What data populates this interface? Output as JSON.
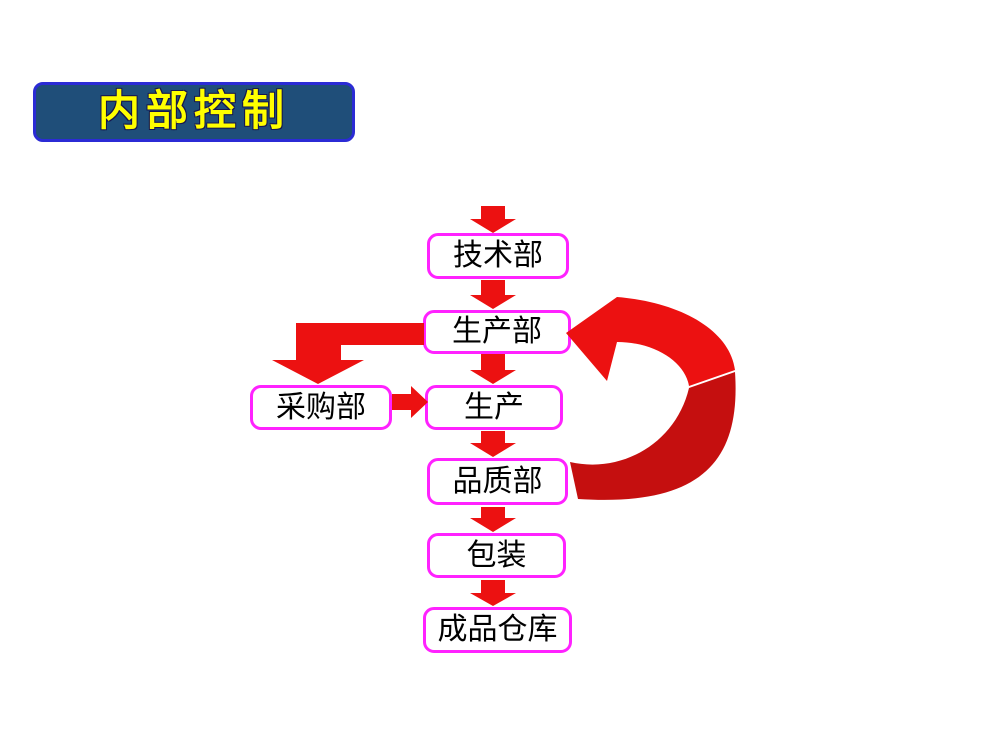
{
  "slide": {
    "title": "内部控制"
  },
  "flow": {
    "nodes": [
      {
        "id": "tech-dept",
        "label": "技术部"
      },
      {
        "id": "production-dept",
        "label": "生产部"
      },
      {
        "id": "purchasing-dept",
        "label": "采购部"
      },
      {
        "id": "production",
        "label": "生产"
      },
      {
        "id": "quality-dept",
        "label": "品质部"
      },
      {
        "id": "packaging",
        "label": "包装"
      },
      {
        "id": "finished-warehouse",
        "label": "成品仓库"
      }
    ],
    "edges": [
      {
        "from": "start",
        "to": "技术部",
        "shape": "down-block-arrow"
      },
      {
        "from": "技术部",
        "to": "生产部",
        "shape": "down-block-arrow"
      },
      {
        "from": "生产部",
        "to": "采购部",
        "shape": "bent-block-arrow"
      },
      {
        "from": "采购部",
        "to": "生产",
        "shape": "right-block-arrow"
      },
      {
        "from": "生产部",
        "to": "生产",
        "shape": "down-block-arrow"
      },
      {
        "from": "生产",
        "to": "品质部",
        "shape": "down-block-arrow"
      },
      {
        "from": "品质部",
        "to": "生产部",
        "shape": "curved-return-arrow"
      },
      {
        "from": "品质部",
        "to": "包装",
        "shape": "down-block-arrow"
      },
      {
        "from": "包装",
        "to": "成品仓库",
        "shape": "down-block-arrow"
      }
    ]
  },
  "colors": {
    "background": "#FFFFFF",
    "title_fill": "#1F4E79",
    "title_border": "#2B2BD5",
    "title_text": "#FFFF00",
    "box_fill": "#FFFFFF",
    "box_border": "#FF22FF",
    "box_text": "#000000",
    "arrow_red": "#EC1111",
    "arrow_dark_red": "#C50F0F"
  }
}
